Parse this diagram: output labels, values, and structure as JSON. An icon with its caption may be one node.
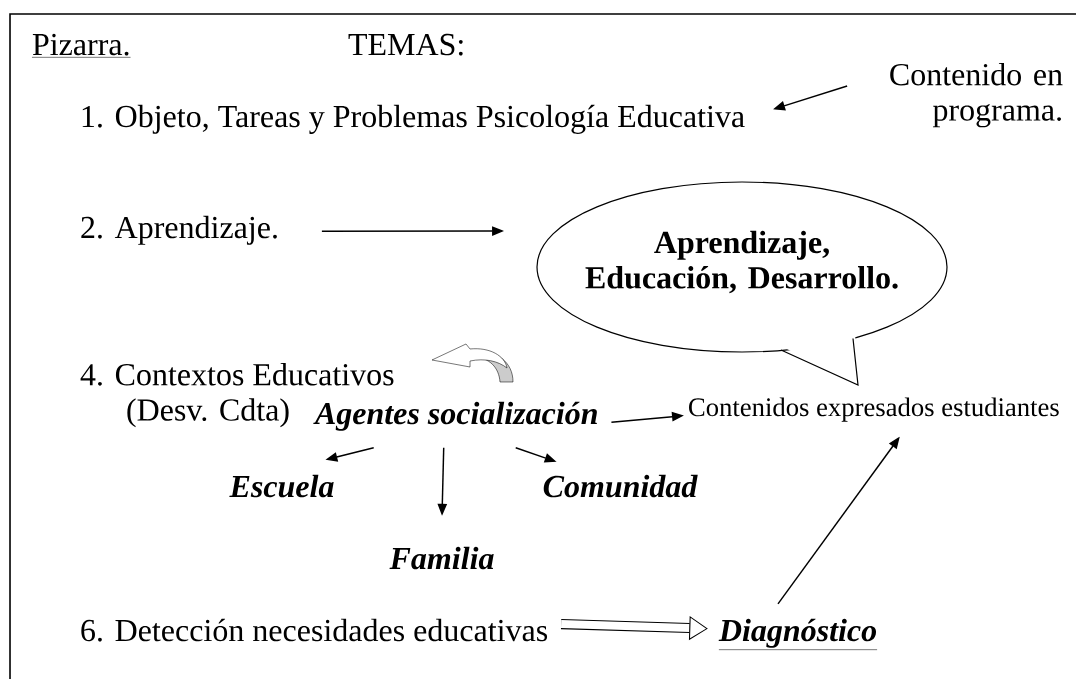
{
  "diagram": {
    "nodes": [
      {
        "text": [
          "Contenido en programa."
        ]
      },
      {
        "text": [
          "1. Objeto, Tareas y Problemas Psicología Educativa"
        ]
      },
      {
        "text": [
          "2. Aprendizaje."
        ]
      },
      {
        "text": [
          "Aprendizaje, Educación, Desarrollo."
        ]
      },
      {
        "text": [
          "4. Contextos Educativos (Desv. Cdta)"
        ]
      },
      {
        "text": [
          "Agentes socialización"
        ]
      },
      {
        "text": [
          "Contenidos expresados estudiantes"
        ]
      },
      {
        "text": [
          "Escuela"
        ]
      },
      {
        "text": [
          "Comunidad"
        ]
      },
      {
        "text": [
          "Familia"
        ]
      },
      {
        "text": [
          "6. Detección necesidades educativas"
        ]
      },
      {
        "text": [
          "Diagnóstico"
        ]
      }
    ],
    "edges": [
      {
        "from": 0,
        "to": 1,
        "arrow": "to"
      },
      {
        "from": 2,
        "to": 3,
        "arrow": "to"
      },
      {
        "from": 5,
        "to": 6,
        "arrow": "to"
      },
      {
        "from": 5,
        "to": 7,
        "arrow": "to"
      },
      {
        "from": 5,
        "to": 9,
        "arrow": "to"
      },
      {
        "from": 5,
        "to": 8,
        "arrow": "to"
      },
      {
        "from": 10,
        "to": 11,
        "arrow": "to",
        "style": "thick"
      },
      {
        "from": 11,
        "to": 6,
        "arrow": "to"
      }
    ],
    "labels": [
      "Pizarra.",
      "TEMAS:"
    ]
  }
}
